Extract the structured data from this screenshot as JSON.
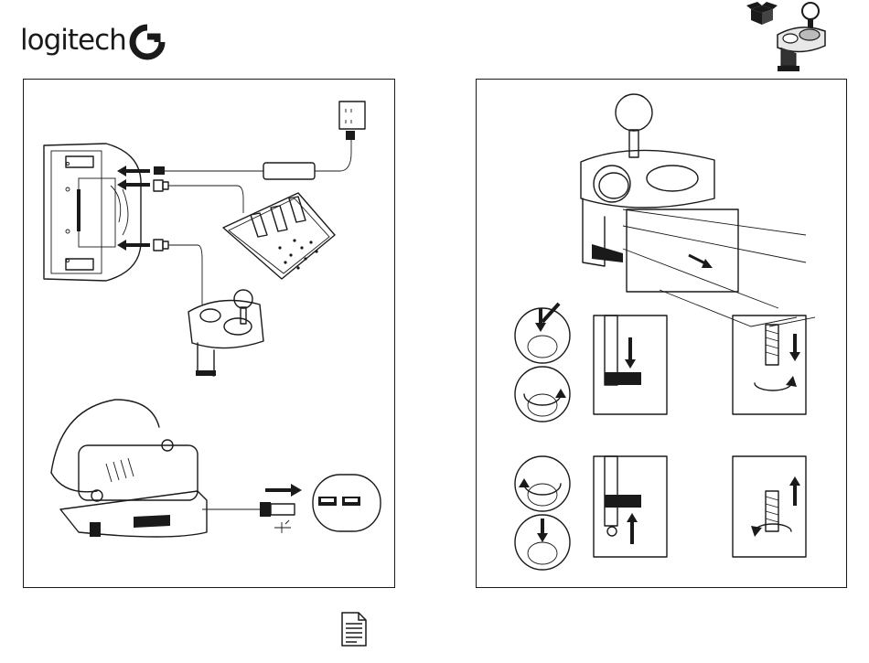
{
  "header": {
    "brand_wordmark": "logitech",
    "brand_mark_icon": "logitech-g-icon",
    "product_thumbnail_icon": "shifter-thumbnail-icon",
    "box_icon": "open-box-icon"
  },
  "left_panel": {
    "step": "connect-components",
    "icons": [
      "power-outlet-icon",
      "power-adapter-icon",
      "pedals-icon",
      "shifter-icon",
      "steering-wheel-icon",
      "usb-plug-icon",
      "usb-symbol-icon",
      "usb-ports-icon",
      "arrow-right-icon"
    ]
  },
  "right_panel": {
    "step": "mount-shifter-to-table",
    "icons": [
      "shifter-on-table-icon",
      "clamp-knob-icon",
      "rotate-clockwise-icon",
      "rotate-counterclockwise-icon",
      "arrow-down-icon",
      "arrow-up-icon"
    ]
  },
  "footer": {
    "document_icon": "document-icon"
  },
  "colors": {
    "ink": "#1a1a1a",
    "background": "#ffffff"
  }
}
